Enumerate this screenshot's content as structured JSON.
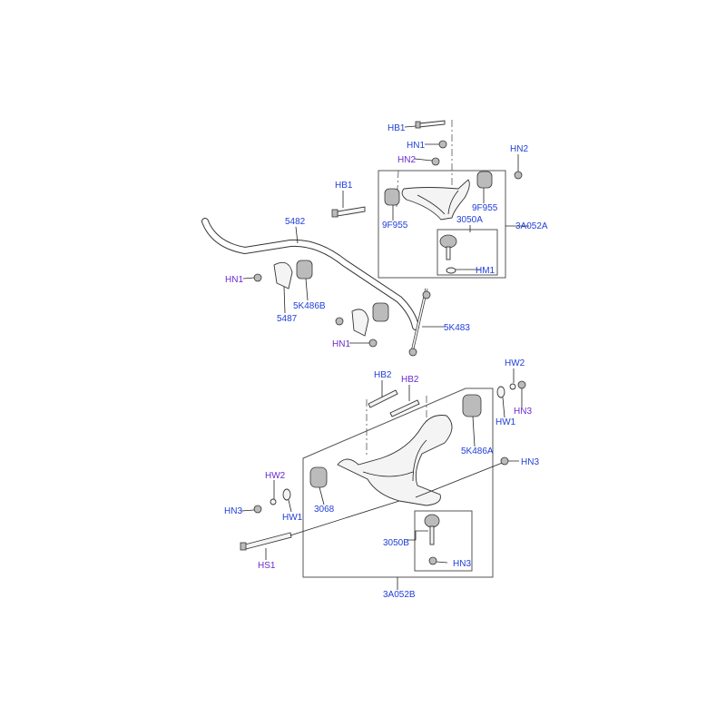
{
  "labels": {
    "hb1_top": "HB1",
    "hn1_top": "HN1",
    "hn2_top": "HN2",
    "hn2_right": "HN2",
    "hb1_left": "HB1",
    "9f955_left": "9F955",
    "9f955_right": "9F955",
    "3050a": "3050A",
    "3a052a": "3A052A",
    "hm1": "HM1",
    "5482": "5482",
    "hn1_left": "HN1",
    "5k486b": "5K486B",
    "5487": "5487",
    "5k483": "5K483",
    "hn1_mid": "HN1",
    "hb2_a": "HB2",
    "hb2_b": "HB2",
    "hw2_right": "HW2",
    "hw1_right": "HW1",
    "hn3_right_top": "HN3",
    "5k486a": "5K486A",
    "hn3_right": "HN3",
    "hw2_left": "HW2",
    "hn3_left": "HN3",
    "hw1_left": "HW1",
    "3068": "3068",
    "3050b": "3050B",
    "hn3_ball": "HN3",
    "hs1": "HS1",
    "3a052b": "3A052B"
  },
  "colors": {
    "label_blue": "#1f3fd8",
    "label_purple": "#6a2bd0"
  }
}
